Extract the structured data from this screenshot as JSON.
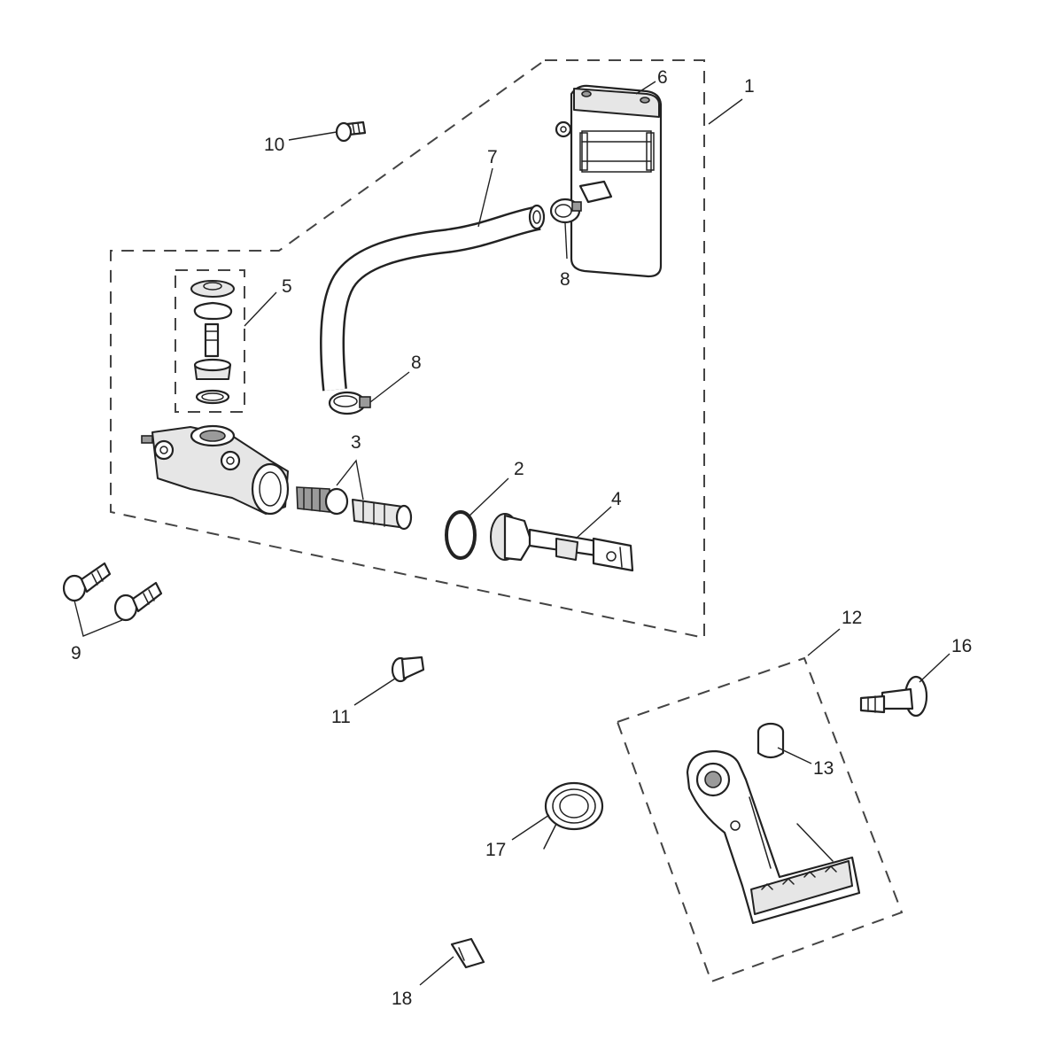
{
  "callouts": {
    "c1": "1",
    "c2": "2",
    "c3": "3",
    "c4": "4",
    "c5": "5",
    "c6": "6",
    "c7": "7",
    "c8a": "8",
    "c8b": "8",
    "c9": "9",
    "c10": "10",
    "c11": "11",
    "c12": "12",
    "c13": "13",
    "c16": "16",
    "c17": "17",
    "c18": "18"
  }
}
